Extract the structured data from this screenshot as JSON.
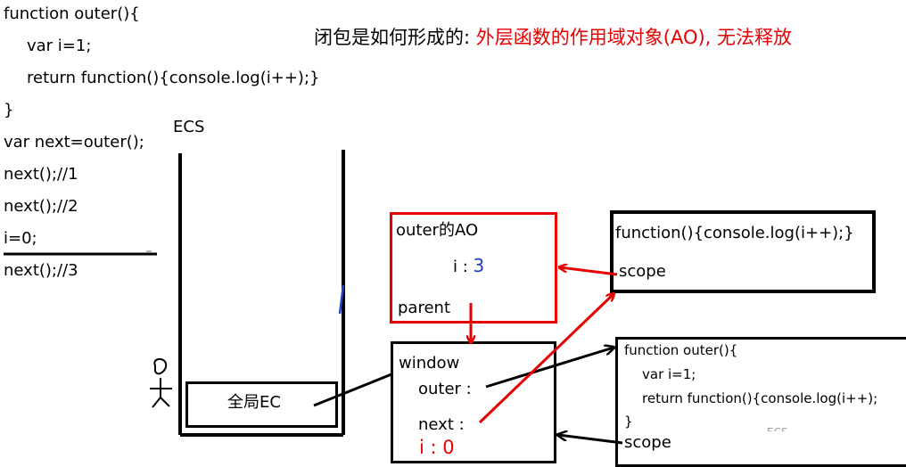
{
  "code_lines": [
    "function outer(){",
    "var i=1;",
    "return function(){console.log(i++);}",
    "}",
    "var next=outer();",
    "next();//1",
    "next();//2",
    "i=0;",
    "next();//3"
  ],
  "title": {
    "prefix": "闭包是如何形成的: ",
    "highlight": "外层函数的作用域对象(AO), 无法释放"
  },
  "ecs": {
    "label": "ECS",
    "global_ec": "全局EC"
  },
  "ao_box": {
    "title": "outer的AO",
    "var_name": "i : ",
    "var_value": "3",
    "parent": "parent"
  },
  "window_box": {
    "title": "window",
    "outer": "outer :",
    "next": "next :",
    "i_line": "i : 0"
  },
  "inner_fn_box": {
    "code": "function(){console.log(i++);}",
    "scope": "scope"
  },
  "outer_fn_box": {
    "lines": [
      "function outer(){",
      "var i=1;",
      "return function(){console.log(i++);",
      "}"
    ],
    "scope": "scope",
    "faint": "ECS"
  },
  "colors": {
    "red": "#e60000",
    "black": "#000000",
    "blue": "#1f3fbf"
  }
}
